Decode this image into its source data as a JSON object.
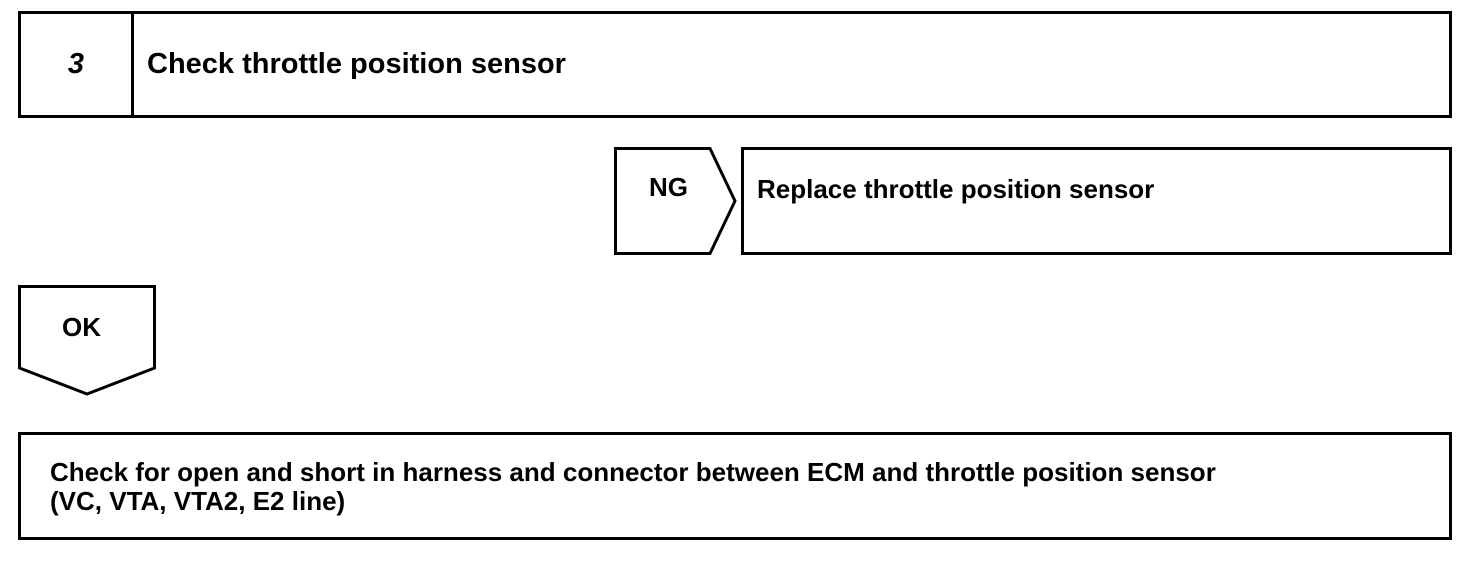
{
  "step": {
    "number": "3",
    "title": "Check throttle position sensor"
  },
  "ng_branch": {
    "label": "NG",
    "action": "Replace throttle position sensor"
  },
  "ok_branch": {
    "label": "OK"
  },
  "next_step": {
    "lines": [
      "Check for open and short in harness and connector between ECM and throttle position sensor",
      "(VC, VTA, VTA2, E2 line)"
    ]
  }
}
